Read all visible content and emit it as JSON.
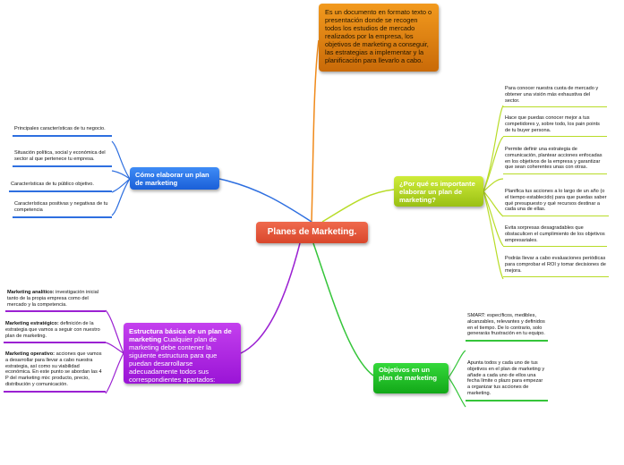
{
  "central": "Planes de Marketing.",
  "definition": "Es un documento en formato texto o presentación donde se recogen todos los estudios de mercado realizados por la empresa, los objetivos de marketing a conseguir, las estrategias a implementar y la planificación para llevarlo a cabo.",
  "how": {
    "title": "Cómo elaborar un plan de marketing",
    "items": [
      "Principales características de tu negocio.",
      "Situación política, social y económica del sector al que pertenece tu empresa.",
      "Características de tu público objetivo.",
      "Características positivas y negativas de tu competencia"
    ]
  },
  "why": {
    "title": "¿Por qué es importante elaborar un plan de marketing?",
    "items": [
      "Para conocer nuestra cuota de mercado y obtener una visión más exhaustiva del sector.",
      "Hace que puedas conocer mejor a tus competidores y, sobre todo, los pain points de tu buyer persona.",
      "Permite definir una estrategia de comunicación, plantear acciones enfocadas en los objetivos de la empresa y garantizar que sean coherentes unas con otras.",
      "Planifica tus acciones a lo largo de un año (o el tiempo establecido) para que puedas saber qué presupuesto y qué recursos destinar a cada una de ellas.",
      "Evita sorpresas desagradables que obstaculicen el cumplimiento de los objetivos empresariales.",
      "Podrás llevar a cabo evaluaciones periódicas para comprobar el ROI y tomar decisiones de mejora."
    ]
  },
  "objectives": {
    "title": "Objetivos en un plan de marketing",
    "items": [
      "SMART: específicos, medibles, alcanzables, relevantes y definidos en el tiempo. De lo contrario, solo generarás frustración en tu equipo.",
      "Apunta todos y cada uno de tus objetivos en el plan de marketing y añade a cada uno de ellos una fecha límite o plazo para empezar a organizar tus acciones de marketing."
    ]
  },
  "structure": {
    "title_bold": "Estructura básica de un plan de marketing",
    "title_rest": " Cualquier plan de marketing debe contener la siguiente estructura para que puedan desarrollarse adecuadamente todos sus correspondientes apartados:",
    "items": [
      {
        "bold": "Marketing analítico:",
        "rest": " investigación inicial tanto de la propia empresa como del mercado y la competencia."
      },
      {
        "bold": "Marketing estratégico:",
        "rest": " definición de la estrategia que vamos a seguir con nuestro plan de marketing."
      },
      {
        "bold": "Marketing operativo:",
        "rest": " acciones que vamos a desarrollar para llevar a cabo nuestra estrategia, así como su viabilidad económica. En este punto se abordan las 4 P del marketing mix: producto, precio, distribución y comunicación."
      }
    ]
  },
  "colors": {
    "orange": "#f08a1a",
    "blue": "#2e6fe0",
    "yellow": "#b8dc28",
    "green": "#35c53a",
    "purple": "#9b21d2",
    "central": "#e2553a"
  }
}
